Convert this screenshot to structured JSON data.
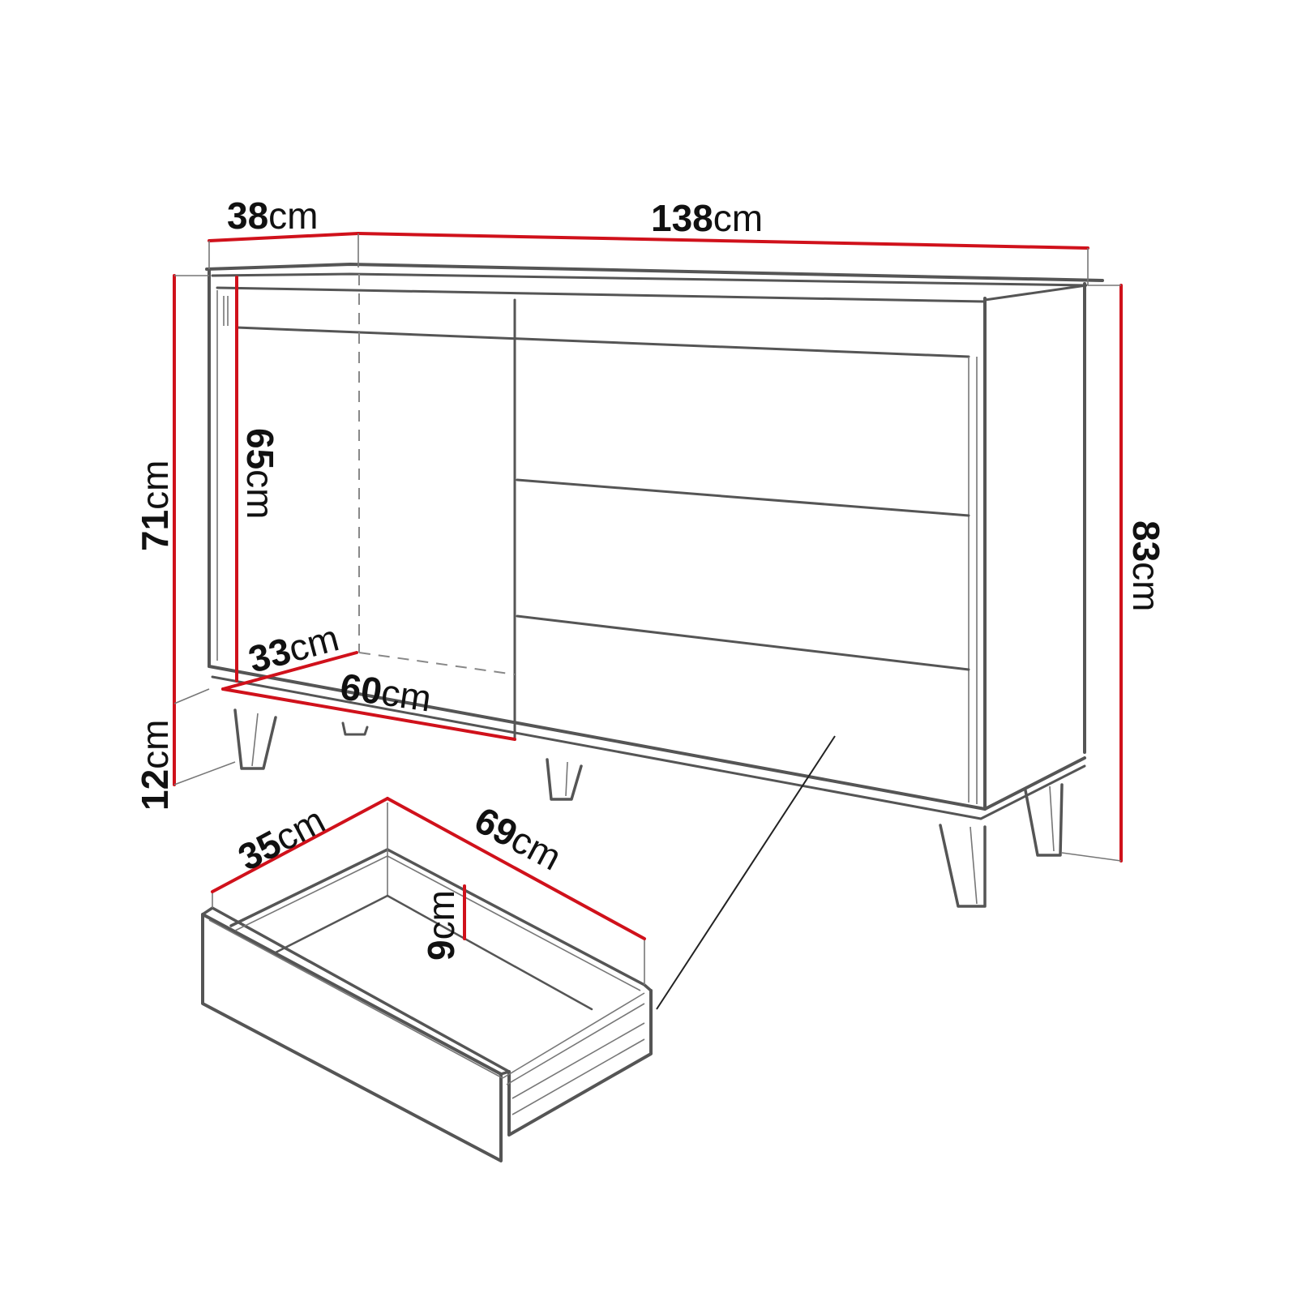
{
  "diagram": {
    "subject": "Sideboard with 1 door and 3 drawers — dimension drawing",
    "colors": {
      "dimension_line": "#d0111b",
      "outline": "#555555",
      "text": "#111111",
      "background": "#ffffff"
    },
    "dimensions": {
      "depth": {
        "value": "38",
        "unit": "cm"
      },
      "width": {
        "value": "138",
        "unit": "cm"
      },
      "body_height": {
        "value": "71",
        "unit": "cm"
      },
      "inner_height": {
        "value": "65",
        "unit": "cm"
      },
      "inner_depth": {
        "value": "33",
        "unit": "cm"
      },
      "inner_width": {
        "value": "60",
        "unit": "cm"
      },
      "leg_height": {
        "value": "12",
        "unit": "cm"
      },
      "total_height": {
        "value": "83",
        "unit": "cm"
      },
      "drawer_depth": {
        "value": "35",
        "unit": "cm"
      },
      "drawer_width": {
        "value": "69",
        "unit": "cm"
      },
      "drawer_height": {
        "value": "9",
        "unit": "cm"
      }
    },
    "parts": {
      "cabinet_drawers": 3,
      "cabinet_doors": 1,
      "legs_visible": 4,
      "detail_callout": "drawer-extracted"
    }
  }
}
